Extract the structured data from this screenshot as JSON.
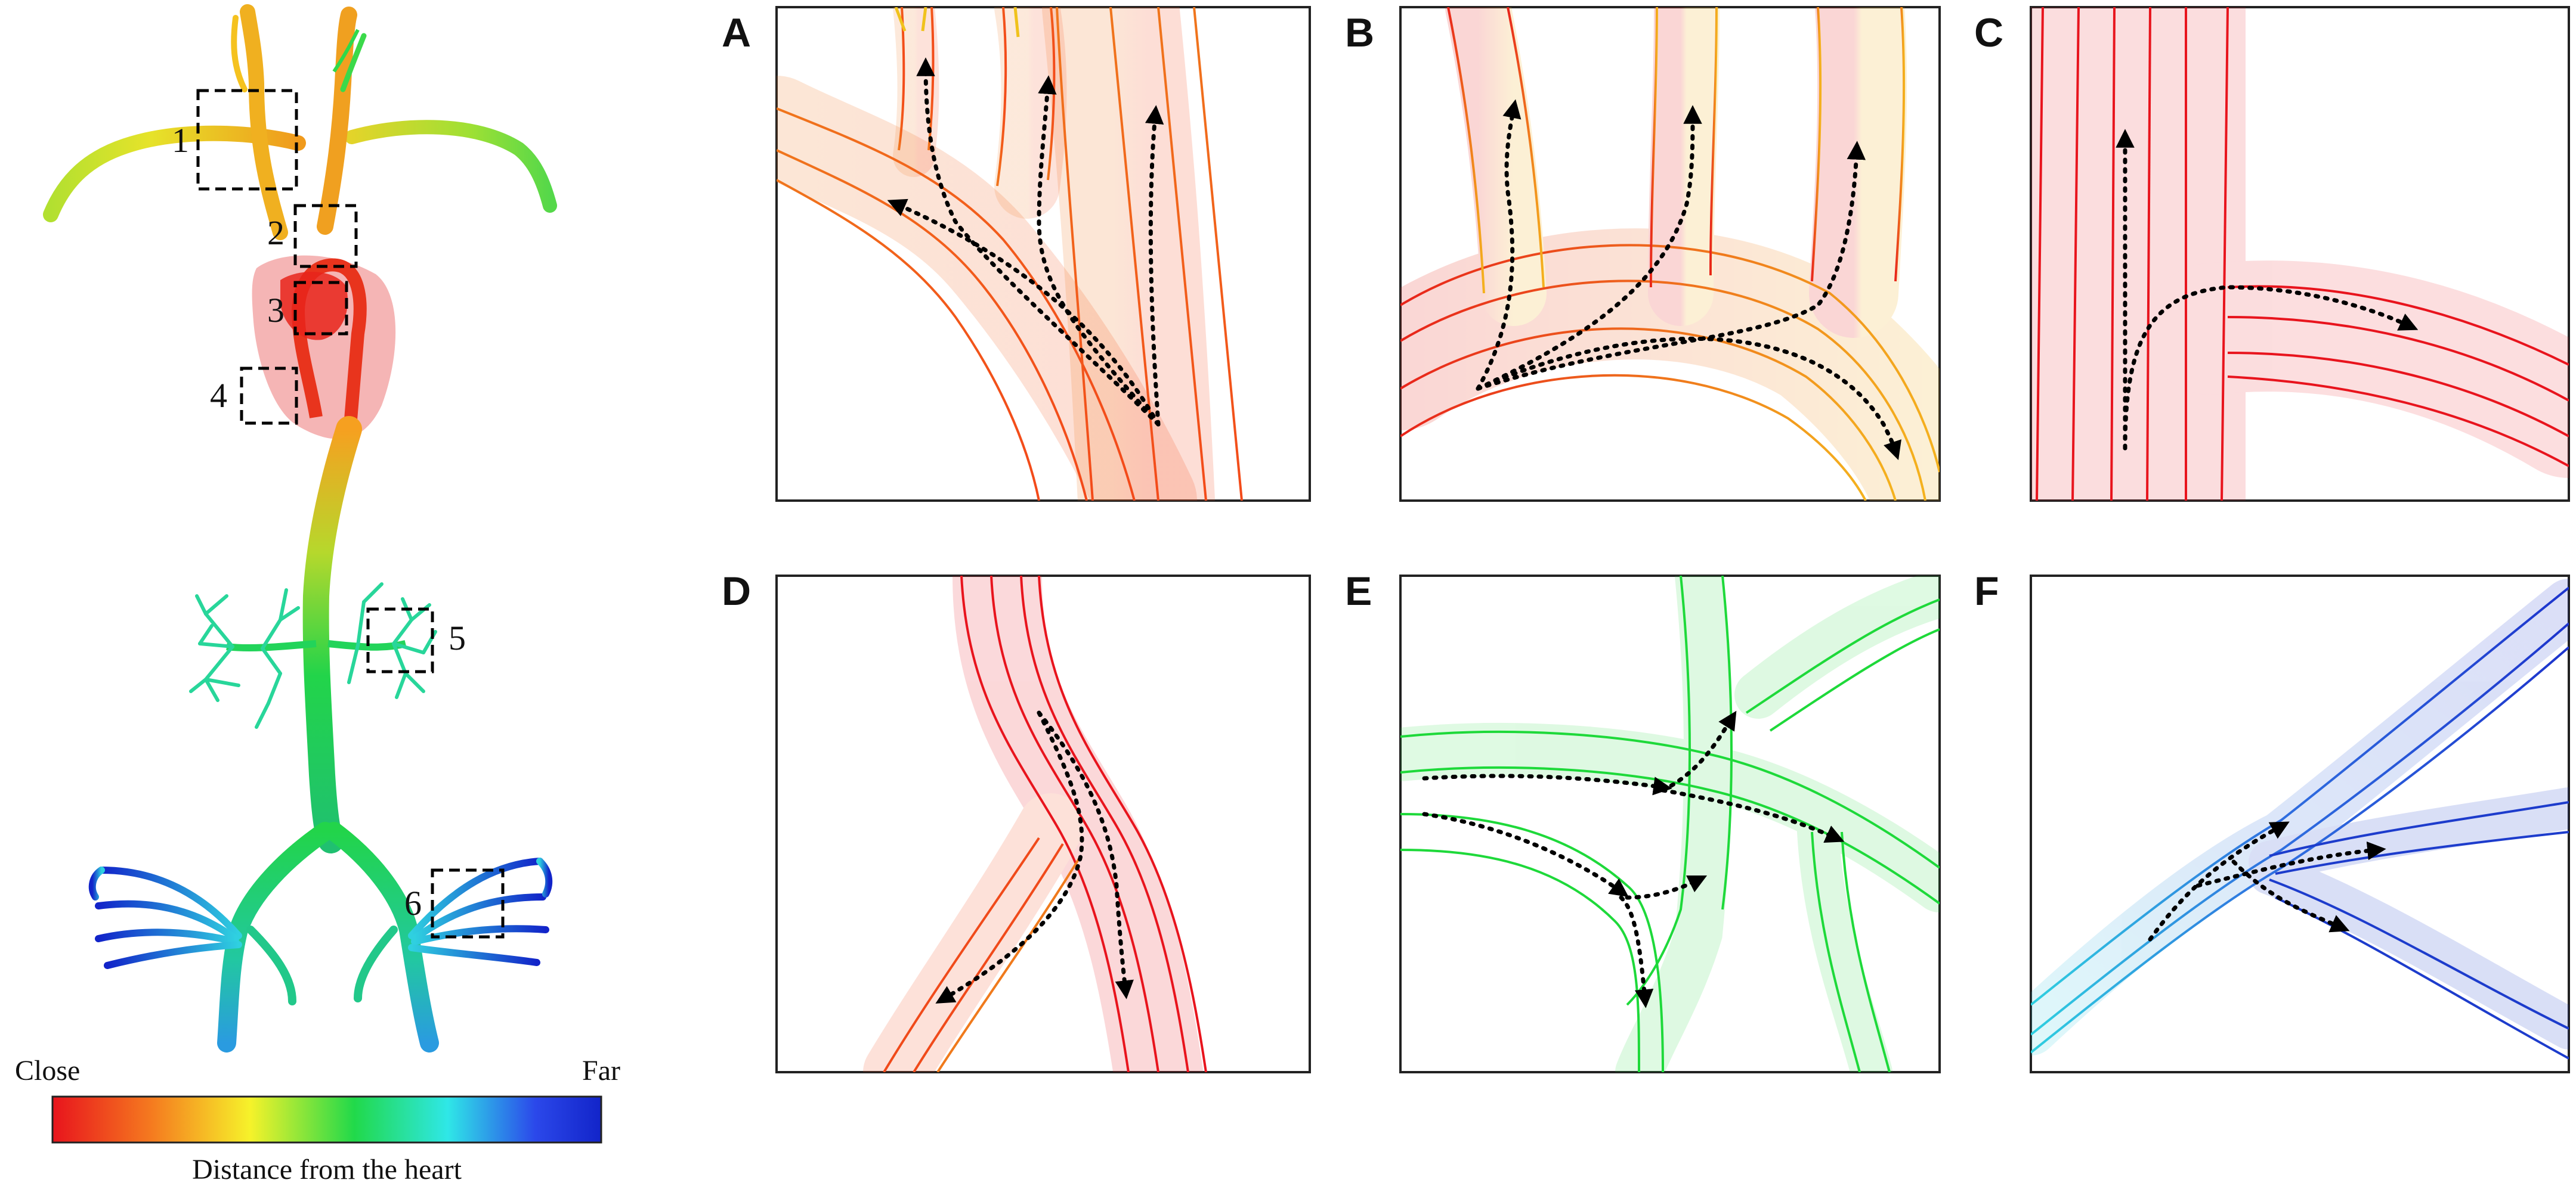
{
  "overview": {
    "box_labels": [
      "1",
      "2",
      "3",
      "4",
      "5",
      "6"
    ],
    "legend": {
      "close_label": "Close",
      "far_label": "Far",
      "caption": "Distance from the heart",
      "gradient": [
        "#e8141d",
        "#f57a1f",
        "#f6f22a",
        "#21d94a",
        "#2fe7e7",
        "#2b48ea",
        "#1224c9"
      ]
    }
  },
  "panels": [
    {
      "label": "A"
    },
    {
      "label": "B"
    },
    {
      "label": "C"
    },
    {
      "label": "D"
    },
    {
      "label": "E"
    },
    {
      "label": "F"
    }
  ],
  "colors": {
    "red": "#e8141d",
    "orange": "#f57a1f",
    "yellow": "#f2c21c",
    "green": "#1ed93a",
    "cyan": "#2fd0e0",
    "blue": "#1d3ccc",
    "arrow": "#000000",
    "heart": "#f3a8a8"
  }
}
